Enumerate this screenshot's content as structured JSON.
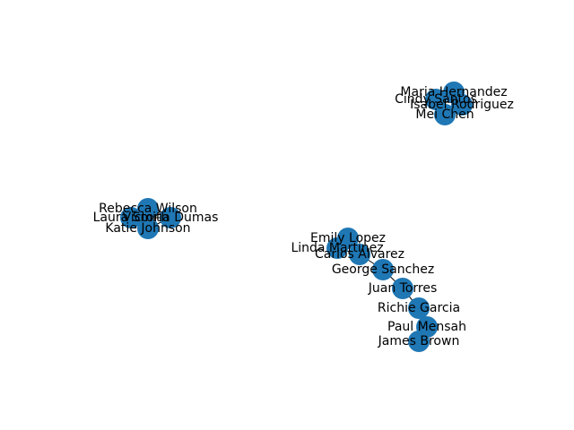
{
  "graph": {
    "node_color": "#1f77b4",
    "edge_color": "#000000",
    "label_color": "#000000",
    "nodes": [
      {
        "id": "maria-hernandez",
        "label": "Maria Hernandez"
      },
      {
        "id": "cindy-santos",
        "label": "Cindy Santos"
      },
      {
        "id": "isabel-rodriguez",
        "label": "Isabel Rodriguez"
      },
      {
        "id": "mei-chen",
        "label": "Mei Chen"
      },
      {
        "id": "rebecca-wilson",
        "label": "Rebecca Wilson"
      },
      {
        "id": "laura-smith",
        "label": "Laura Smith"
      },
      {
        "id": "victoria-dumas",
        "label": "Victoria Dumas"
      },
      {
        "id": "katie-johnson",
        "label": "Katie Johnson"
      },
      {
        "id": "emily-lopez",
        "label": "Emily Lopez"
      },
      {
        "id": "linda-martinez",
        "label": "Linda Martinez"
      },
      {
        "id": "carlos-alvarez",
        "label": "Carlos Alvarez"
      },
      {
        "id": "george-sanchez",
        "label": "George Sanchez"
      },
      {
        "id": "juan-torres",
        "label": "Juan Torres"
      },
      {
        "id": "richie-garcia",
        "label": "Richie Garcia"
      },
      {
        "id": "paul-mensah",
        "label": "Paul Mensah"
      },
      {
        "id": "james-brown",
        "label": "James Brown"
      }
    ],
    "edges": [
      [
        "maria-hernandez",
        "cindy-santos"
      ],
      [
        "maria-hernandez",
        "isabel-rodriguez"
      ],
      [
        "cindy-santos",
        "isabel-rodriguez"
      ],
      [
        "cindy-santos",
        "mei-chen"
      ],
      [
        "isabel-rodriguez",
        "mei-chen"
      ],
      [
        "rebecca-wilson",
        "laura-smith"
      ],
      [
        "rebecca-wilson",
        "victoria-dumas"
      ],
      [
        "laura-smith",
        "katie-johnson"
      ],
      [
        "victoria-dumas",
        "katie-johnson"
      ],
      [
        "laura-smith",
        "victoria-dumas"
      ],
      [
        "emily-lopez",
        "linda-martinez"
      ],
      [
        "emily-lopez",
        "carlos-alvarez"
      ],
      [
        "linda-martinez",
        "carlos-alvarez"
      ],
      [
        "carlos-alvarez",
        "george-sanchez"
      ],
      [
        "george-sanchez",
        "juan-torres"
      ],
      [
        "juan-torres",
        "richie-garcia"
      ],
      [
        "richie-garcia",
        "paul-mensah"
      ],
      [
        "paul-mensah",
        "james-brown"
      ]
    ]
  }
}
